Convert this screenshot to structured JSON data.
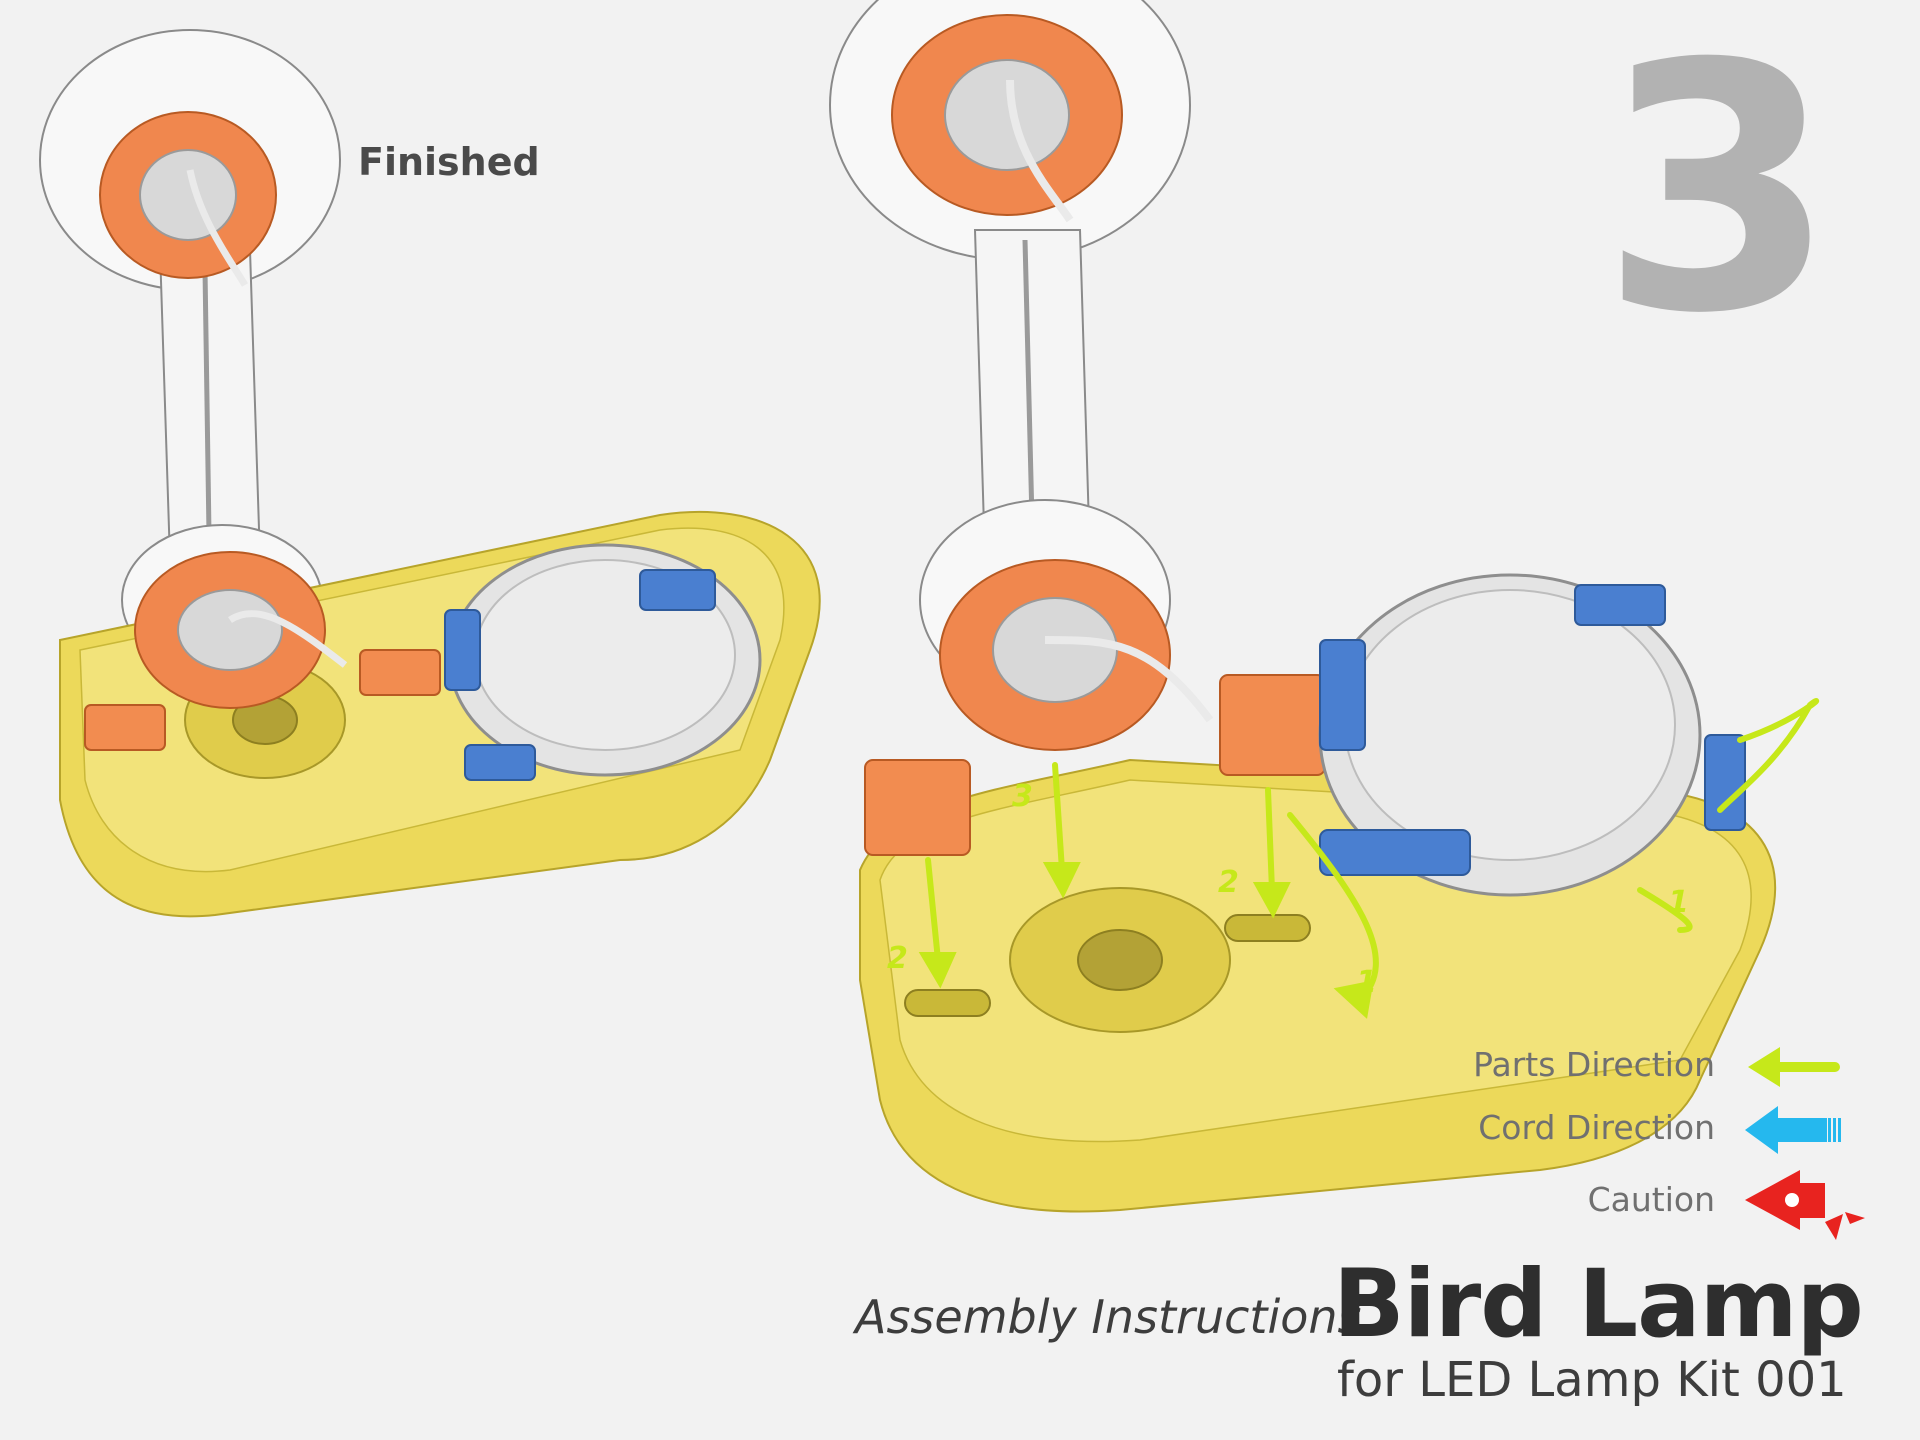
{
  "labels": {
    "finished": "Finished",
    "step_number": "3"
  },
  "step_tags": {
    "cord_pull": "3",
    "left_pin": "2",
    "right_pin": "2",
    "hook_left": "1",
    "hook_right": "1"
  },
  "legend": {
    "parts_direction": "Parts Direction",
    "cord_direction": "Cord Direction",
    "caution": "Caution"
  },
  "title": {
    "subtitle": "Assembly Instructions",
    "main": "Bird Lamp",
    "kit": "for LED Lamp Kit 001"
  },
  "colors": {
    "base_yellow": "#ecd95a",
    "base_yellow_dark": "#c9b838",
    "ring_orange": "#f0874e",
    "clip_blue": "#4a7fd0",
    "led_disc": "#e4e4e4",
    "parts_arrow": "#c6e81a",
    "cord_arrow": "#25b8ee",
    "caution": "#e8231f",
    "step_number": "#b2b2b2"
  }
}
